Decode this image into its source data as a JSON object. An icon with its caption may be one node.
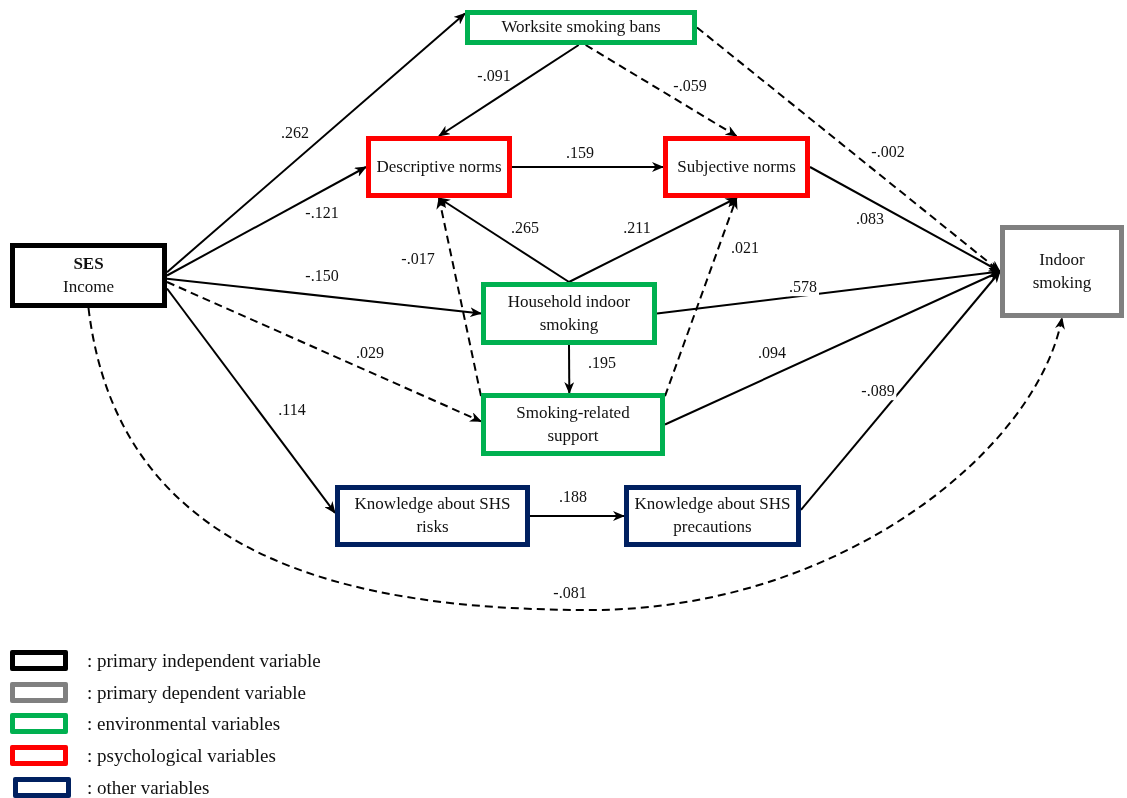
{
  "diagram": {
    "nodes": [
      {
        "text": [
          "SES",
          "Income"
        ]
      },
      {
        "text": [
          "Worksite smoking bans"
        ]
      },
      {
        "text": [
          "Descriptive norms"
        ]
      },
      {
        "text": [
          "Subjective norms"
        ]
      },
      {
        "text": [
          "Household indoor smoking"
        ]
      },
      {
        "text": [
          "Smoking-related support"
        ]
      },
      {
        "text": [
          "Knowledge about SHS risks"
        ]
      },
      {
        "text": [
          "Knowledge about SHS precautions"
        ]
      },
      {
        "text": [
          "Indoor smoking"
        ]
      }
    ],
    "edges": [
      {
        "from": 0,
        "to": 1,
        "arrow": "to",
        "label": ".262"
      },
      {
        "from": 0,
        "to": 2,
        "arrow": "to",
        "label": "-.121"
      },
      {
        "from": 0,
        "to": 4,
        "arrow": "to",
        "label": "-.150"
      },
      {
        "from": 0,
        "to": 5,
        "arrow": "to",
        "label": ".029",
        "style": "dashed"
      },
      {
        "from": 0,
        "to": 6,
        "arrow": "to",
        "label": ".114"
      },
      {
        "from": 0,
        "to": 8,
        "arrow": "to",
        "label": "-.081",
        "style": "dashed"
      },
      {
        "from": 1,
        "to": 2,
        "arrow": "to",
        "label": "-.091"
      },
      {
        "from": 1,
        "to": 3,
        "arrow": "to",
        "label": "-.059",
        "style": "dashed"
      },
      {
        "from": 1,
        "to": 8,
        "arrow": "to",
        "label": "-.002",
        "style": "dashed"
      },
      {
        "from": 2,
        "to": 3,
        "arrow": "to",
        "label": ".159"
      },
      {
        "from": 4,
        "to": 2,
        "arrow": "to",
        "label": ".265"
      },
      {
        "from": 4,
        "to": 3,
        "arrow": "to",
        "label": ".211"
      },
      {
        "from": 5,
        "to": 2,
        "arrow": "to",
        "label": "-.017",
        "style": "dashed"
      },
      {
        "from": 5,
        "to": 3,
        "arrow": "to",
        "label": ".021",
        "style": "dashed"
      },
      {
        "from": 4,
        "to": 5,
        "arrow": "to",
        "label": ".195"
      },
      {
        "from": 3,
        "to": 8,
        "arrow": "to",
        "label": ".083"
      },
      {
        "from": 4,
        "to": 8,
        "arrow": "to",
        "label": ".578"
      },
      {
        "from": 5,
        "to": 8,
        "arrow": "to",
        "label": ".094"
      },
      {
        "from": 7,
        "to": 8,
        "arrow": "to",
        "label": "-.089"
      },
      {
        "from": 6,
        "to": 7,
        "arrow": "to",
        "label": ".188"
      }
    ],
    "legend": [
      {
        "text": ": primary independent variable",
        "color": "#000000"
      },
      {
        "text": ": primary dependent variable",
        "color": "#808080"
      },
      {
        "text": ": environmental variables",
        "color": "#00b050"
      },
      {
        "text": ": psychological variables",
        "color": "#ff0000"
      },
      {
        "text": ": other variables",
        "color": "#002060"
      }
    ]
  }
}
